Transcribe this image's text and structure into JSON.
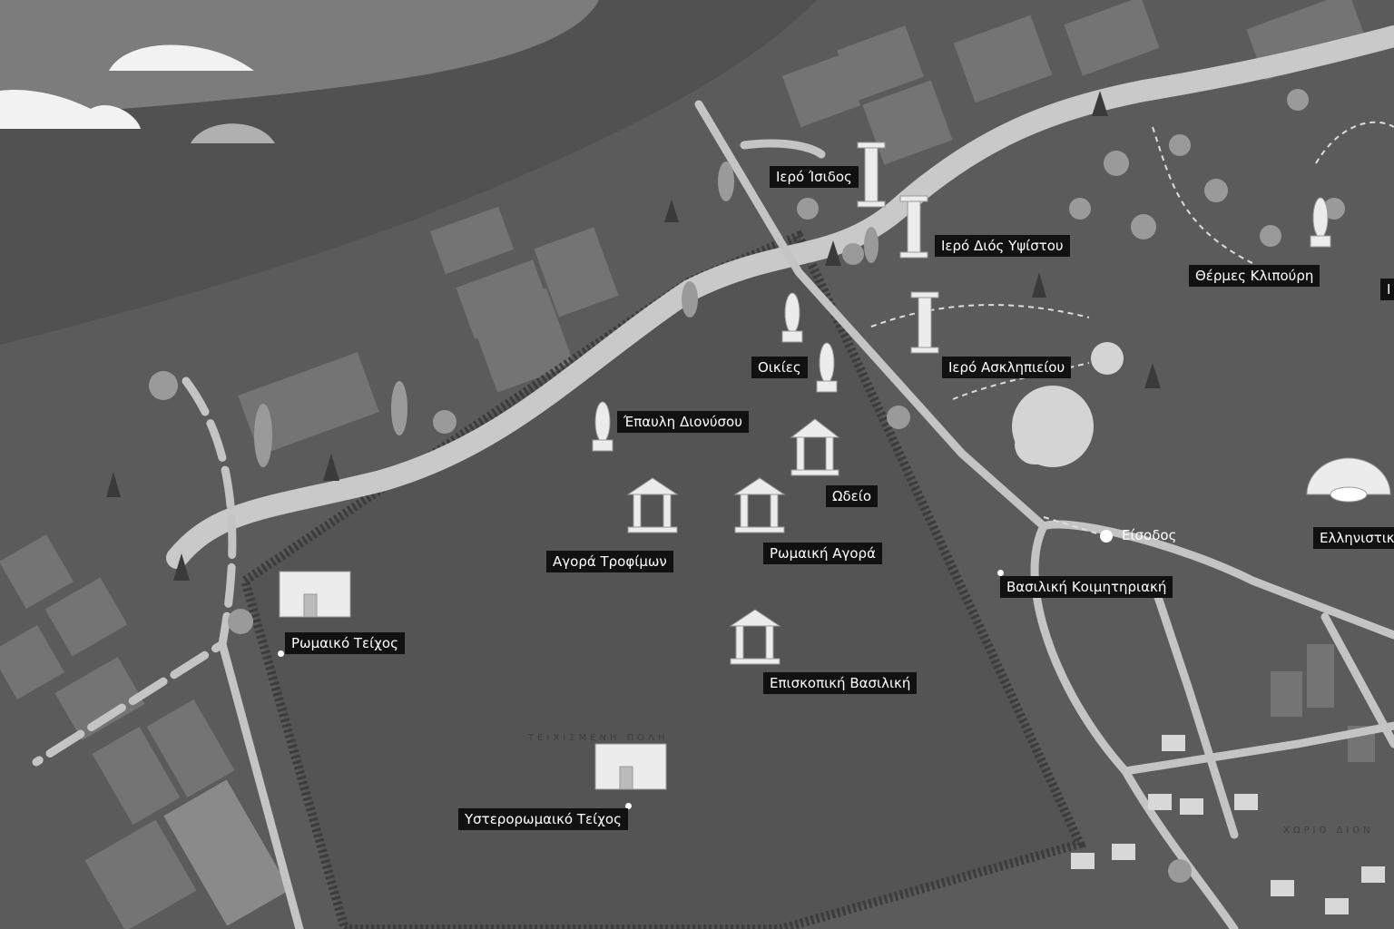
{
  "map": {
    "colors": {
      "land": "#5b5b5b",
      "sea": "#4f4f4f",
      "sky": "#7c7c7c",
      "road": "#c9c9c9",
      "field": "#747474",
      "label_bg": "#111111",
      "label_text": "#ffffff"
    },
    "area_labels": [
      "ΤΕΙΧΙΣΜΕΝΗ ΠΟΛΗ",
      "ΧΩΡΙΟ ΔΙΟΝ"
    ],
    "entrance": {
      "label": "Είσοδος",
      "icon": "entrance-dot-icon"
    },
    "sites": [
      {
        "label": "Ιερό Ίσιδος",
        "icon": "column-icon"
      },
      {
        "label": "Ιερό Διός Υψίστου",
        "icon": "column-icon"
      },
      {
        "label": "Θέρμες Κλιπούρη",
        "icon": "statue-icon"
      },
      {
        "label": "Ι",
        "icon": ""
      },
      {
        "label": "Οικίες",
        "icon": "statue-icon"
      },
      {
        "label": "Ιερό Ασκληπιείου",
        "icon": "column-icon"
      },
      {
        "label": "Έπαυλη Διονύσου",
        "icon": "statue-icon"
      },
      {
        "label": "Ωδείο",
        "icon": "temple-icon"
      },
      {
        "label": "Αγορά Τροφίμων",
        "icon": "temple-icon"
      },
      {
        "label": "Ρωμαική Αγορά",
        "icon": "temple-icon"
      },
      {
        "label": "Ελληνιστικ",
        "icon": "theater-icon"
      },
      {
        "label": "Βασιλική Κοιμητηριακή",
        "icon": ""
      },
      {
        "label": "Ρωμαικό Τείχος",
        "icon": "wall-icon"
      },
      {
        "label": "Επισκοπική Βασιλική",
        "icon": "temple-icon"
      },
      {
        "label": "Υστερορωμαικό Τείχος",
        "icon": "wall-icon"
      }
    ]
  }
}
